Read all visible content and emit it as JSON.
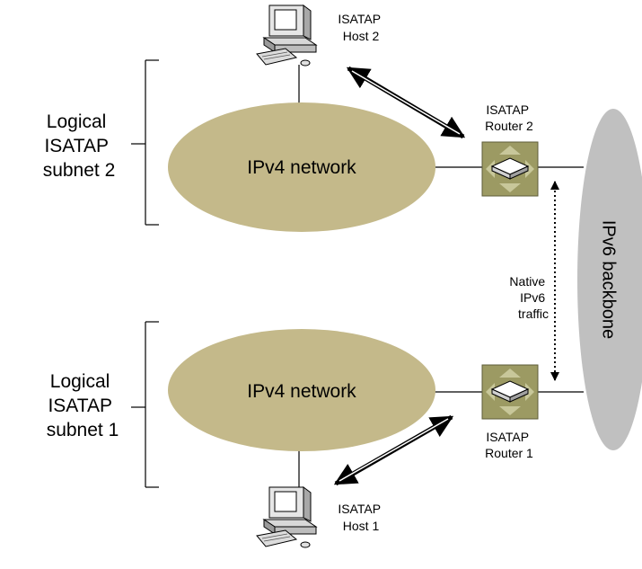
{
  "subnet2": {
    "lines": [
      "Logical",
      "ISATAP",
      "subnet 2"
    ]
  },
  "subnet1": {
    "lines": [
      "Logical",
      "ISATAP",
      "subnet 1"
    ]
  },
  "network_top": {
    "label": "IPv4 network"
  },
  "network_bottom": {
    "label": "IPv4 network"
  },
  "backbone": {
    "label": "IPv6 backbone"
  },
  "host2": {
    "lines": [
      "ISATAP",
      "Host 2"
    ]
  },
  "host1": {
    "lines": [
      "ISATAP",
      "Host 1"
    ]
  },
  "router2": {
    "lines": [
      "ISATAP",
      "Router 2"
    ]
  },
  "router1": {
    "lines": [
      "ISATAP",
      "Router 1"
    ]
  },
  "native": {
    "lines": [
      "Native",
      "IPv6",
      "traffic"
    ]
  },
  "colors": {
    "ellipse": "#c4b98a",
    "backbone": "#c0c0c0",
    "router_body": "#9c9a63",
    "router_light": "#c8c79a"
  }
}
